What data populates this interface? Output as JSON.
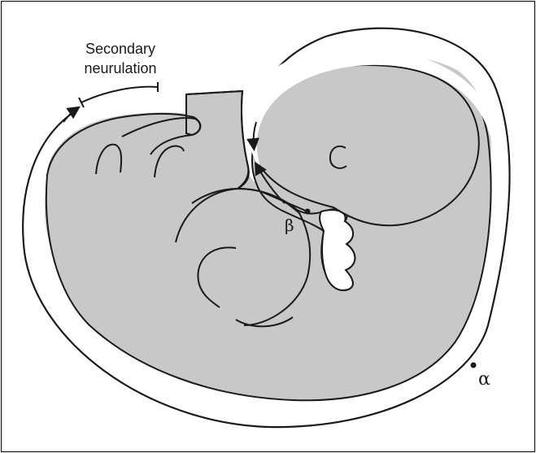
{
  "labels": {
    "secondary_line1": "Secondary",
    "secondary_line2": "neurulation",
    "beta": "β",
    "alpha": "α"
  },
  "colors": {
    "embryo_fill": "#c8c8c8",
    "outline": "#1a1a1a",
    "background": "#ffffff"
  }
}
